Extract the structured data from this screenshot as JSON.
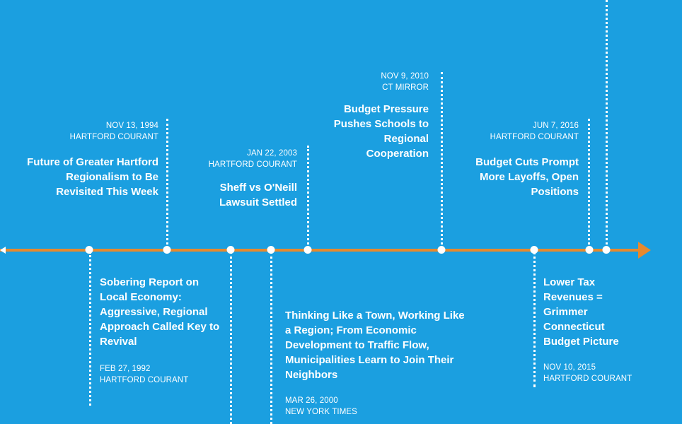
{
  "colors": {
    "background": "#1B9FE0",
    "timeline": "#E6892E",
    "text": "#FFFFFF"
  },
  "above": [
    {
      "date": "NOV 13, 1994",
      "source": "HARTFORD COURANT",
      "headline": "Future of Greater Hartford Regionalism to Be Revisited This Week"
    },
    {
      "date": "JAN 22, 2003",
      "source": "HARTFORD COURANT",
      "headline": "Sheff vs O'Neill Lawsuit Settled"
    },
    {
      "date": "NOV 9, 2010",
      "source": "CT MIRROR",
      "headline": "Budget Pressure Pushes Schools to Regional Cooperation"
    },
    {
      "date": "JUN 7, 2016",
      "source": "HARTFORD COURANT",
      "headline": "Budget Cuts Prompt More Layoffs, Open Positions"
    }
  ],
  "below": [
    {
      "date": "FEB 27, 1992",
      "source": "HARTFORD COURANT",
      "headline": "Sobering Report on Local Economy: Aggressive, Regional Approach Called Key to Revival"
    },
    {
      "date": "MAR 26, 2000",
      "source": "NEW YORK TIMES",
      "headline": "Thinking Like a Town, Working Like a Region; From Economic Development to Traffic Flow, Municipalities Learn to Join Their Neighbors"
    },
    {
      "date": "NOV 10, 2015",
      "source": "HARTFORD COURANT",
      "headline": "Lower Tax Revenues = Grimmer Connecticut Budget Picture"
    }
  ]
}
